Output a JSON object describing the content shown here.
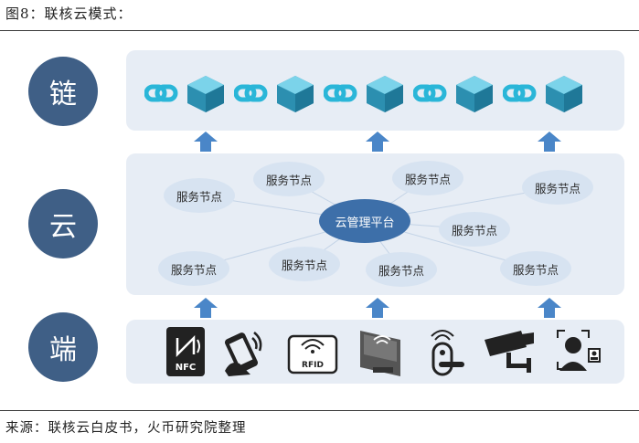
{
  "figure": {
    "title": "图8：联核云模式：",
    "source": "来源：联核云白皮书，火币研究院整理"
  },
  "layers": [
    {
      "id": "chain",
      "label": "链"
    },
    {
      "id": "cloud",
      "label": "云"
    },
    {
      "id": "edge",
      "label": "端"
    }
  ],
  "cloud_layer": {
    "hub": "云管理平台",
    "nodes": [
      "服务节点",
      "服务节点",
      "服务节点",
      "服务节点",
      "服务节点",
      "服务节点",
      "服务节点",
      "服务节点",
      "服务节点"
    ]
  },
  "devices": [
    {
      "icon": "nfc-card-icon",
      "label": "NFC"
    },
    {
      "icon": "phone-tap-icon"
    },
    {
      "icon": "rfid-reader-icon",
      "label": "RFID"
    },
    {
      "icon": "card-reader-icon"
    },
    {
      "icon": "smart-lock-icon"
    },
    {
      "icon": "security-camera-icon"
    },
    {
      "icon": "face-recognition-icon"
    }
  ],
  "colors": {
    "primary": "#3f5f86",
    "hub": "#3d6fa9",
    "panel": "#e7edf5",
    "pill": "#d7e3f1",
    "cyan": "#2ab6d8",
    "cube": "#2c8fb0"
  }
}
